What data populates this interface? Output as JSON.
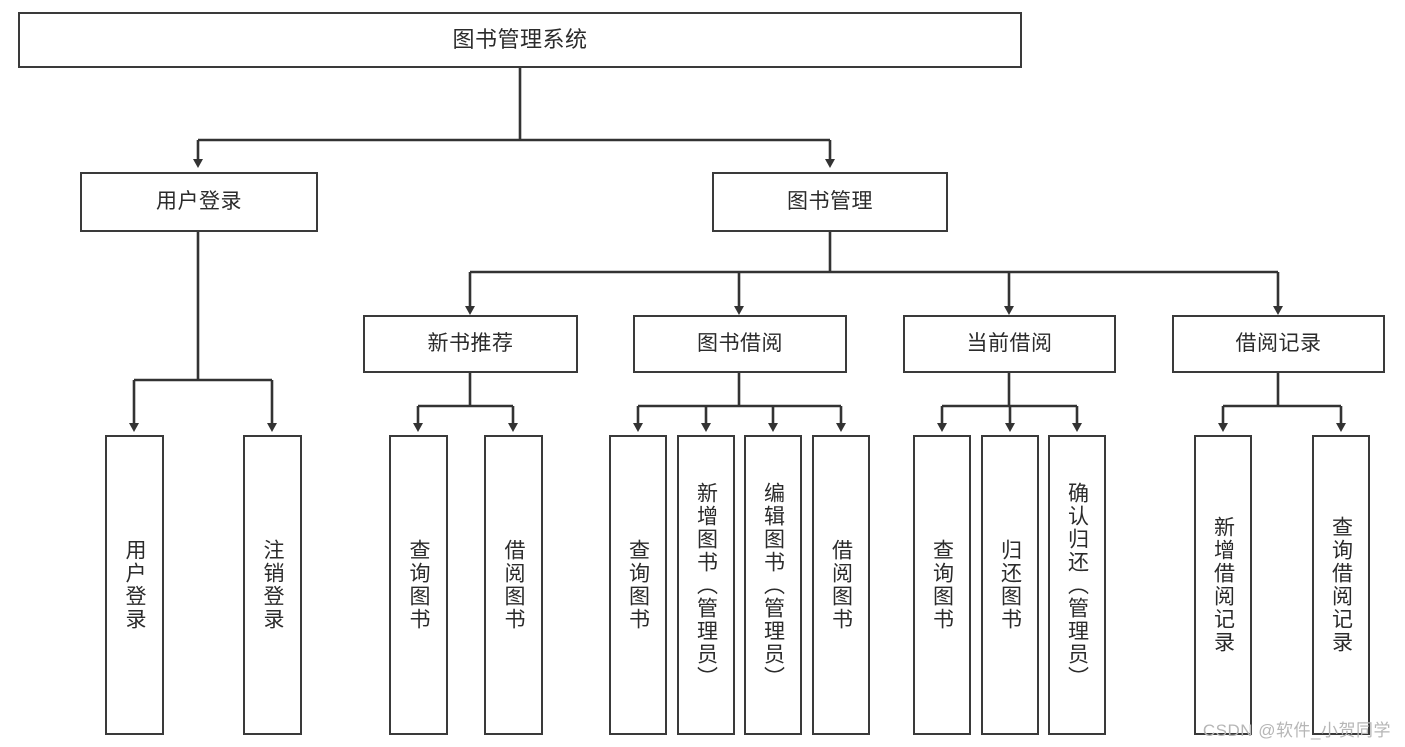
{
  "diagram": {
    "title": "图书管理系统",
    "type": "tree",
    "watermark": "CSDN @软件_小贺同学",
    "colors": {
      "box_border": "#3a3a3a",
      "box_fill": "#ffffff",
      "connector": "#333333",
      "text": "#2b2b2b",
      "watermark": "#b6b6b6"
    },
    "root": {
      "label": "图书管理系统"
    },
    "level1": [
      {
        "label": "用户登录"
      },
      {
        "label": "图书管理"
      }
    ],
    "level2": [
      {
        "label": "新书推荐"
      },
      {
        "label": "图书借阅"
      },
      {
        "label": "当前借阅"
      },
      {
        "label": "借阅记录"
      }
    ],
    "leaves": {
      "user_login": [
        {
          "label": "用户登录"
        },
        {
          "label": "注销登录"
        }
      ],
      "new_book": [
        {
          "label": "查询图书"
        },
        {
          "label": "借阅图书"
        }
      ],
      "book_borrow": [
        {
          "label": "查询图书"
        },
        {
          "label": "新增图书（管理员）"
        },
        {
          "label": "编辑图书（管理员）"
        },
        {
          "label": "借阅图书"
        }
      ],
      "current_borrow": [
        {
          "label": "查询图书"
        },
        {
          "label": "归还图书"
        },
        {
          "label": "确认归还（管理员）"
        }
      ],
      "borrow_record": [
        {
          "label": "新增借阅记录"
        },
        {
          "label": "查询借阅记录"
        }
      ]
    }
  }
}
